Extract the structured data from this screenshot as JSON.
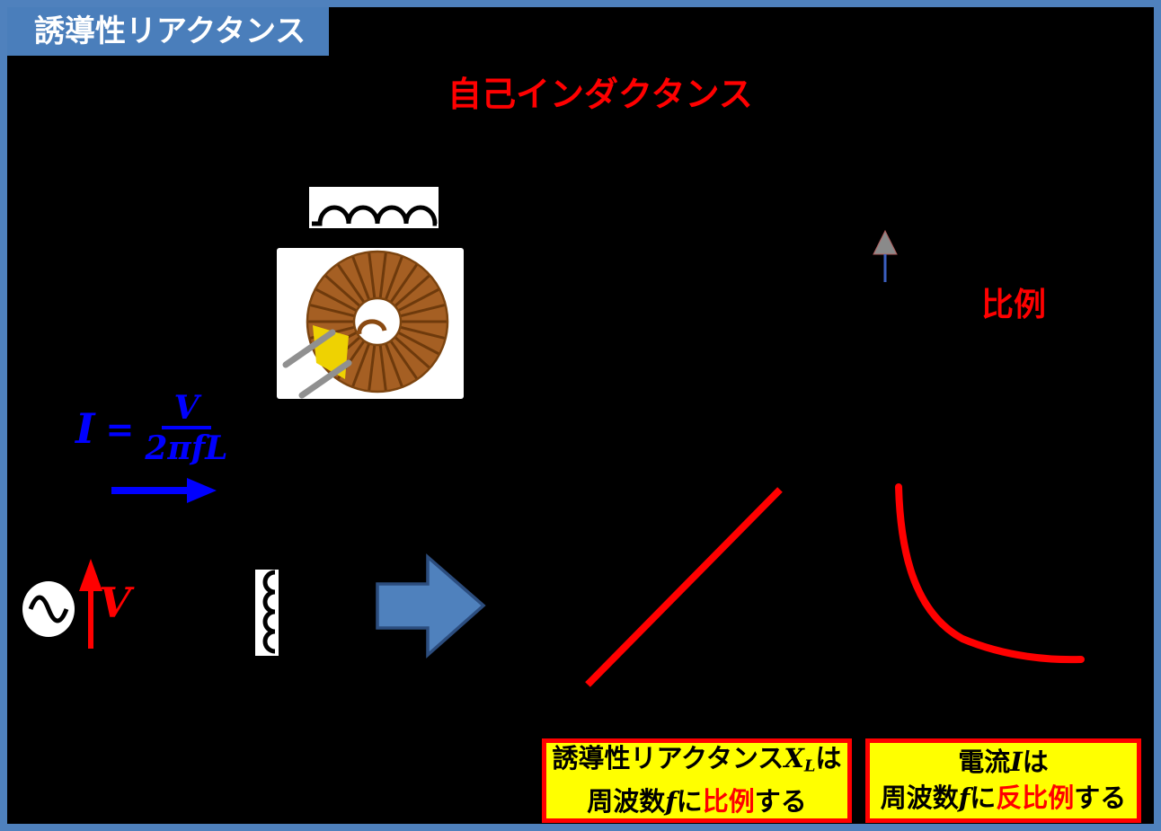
{
  "title_badge": {
    "label": "誘導性リアクタンス"
  },
  "intro": {
    "highlight": "自己インダクタンス"
  },
  "proportion_note": {
    "label": "比例"
  },
  "formula": {
    "lhs": "I",
    "eq": "=",
    "numerator": "V",
    "denominator": "2πfL"
  },
  "circuit": {
    "voltage_label": "V"
  },
  "chart_data": [
    {
      "type": "line",
      "name": "inductive-reactance-vs-frequency",
      "relationship": "proportional",
      "line_color": "#ff0000",
      "points_norm": [
        [
          0,
          0
        ],
        [
          1,
          1
        ]
      ],
      "axes_visible": false
    },
    {
      "type": "line",
      "name": "current-vs-frequency",
      "relationship": "inverse-proportional",
      "line_color": "#ff0000",
      "points_norm": [
        [
          0.05,
          1.0
        ],
        [
          0.1,
          0.62
        ],
        [
          0.2,
          0.34
        ],
        [
          0.35,
          0.18
        ],
        [
          0.55,
          0.09
        ],
        [
          0.8,
          0.05
        ],
        [
          1.0,
          0.04
        ]
      ],
      "axes_visible": false
    }
  ],
  "callouts": {
    "left": {
      "line1_pre": "誘導性リアクタンス",
      "line1_var": "X",
      "line1_sub": "L",
      "line1_post": "は",
      "line2_pre": "周波数",
      "line2_var": "f",
      "line2_mid": "に",
      "line2_hl": "比例",
      "line2_post": "する"
    },
    "right": {
      "line1_pre": "電流",
      "line1_var": "I",
      "line1_post": "は",
      "line2_pre": "周波数",
      "line2_var": "f",
      "line2_mid": "に",
      "line2_hl": "反比例",
      "line2_post": "する"
    }
  },
  "colors": {
    "frame_blue": "#4f81bd",
    "badge_blue": "#4a7ebb",
    "accent_red": "#ff0000",
    "formula_blue": "#0000ff",
    "callout_yellow": "#ffff00",
    "arrowhead_gray": "#8a8a8a",
    "copper": "#a55f23"
  }
}
